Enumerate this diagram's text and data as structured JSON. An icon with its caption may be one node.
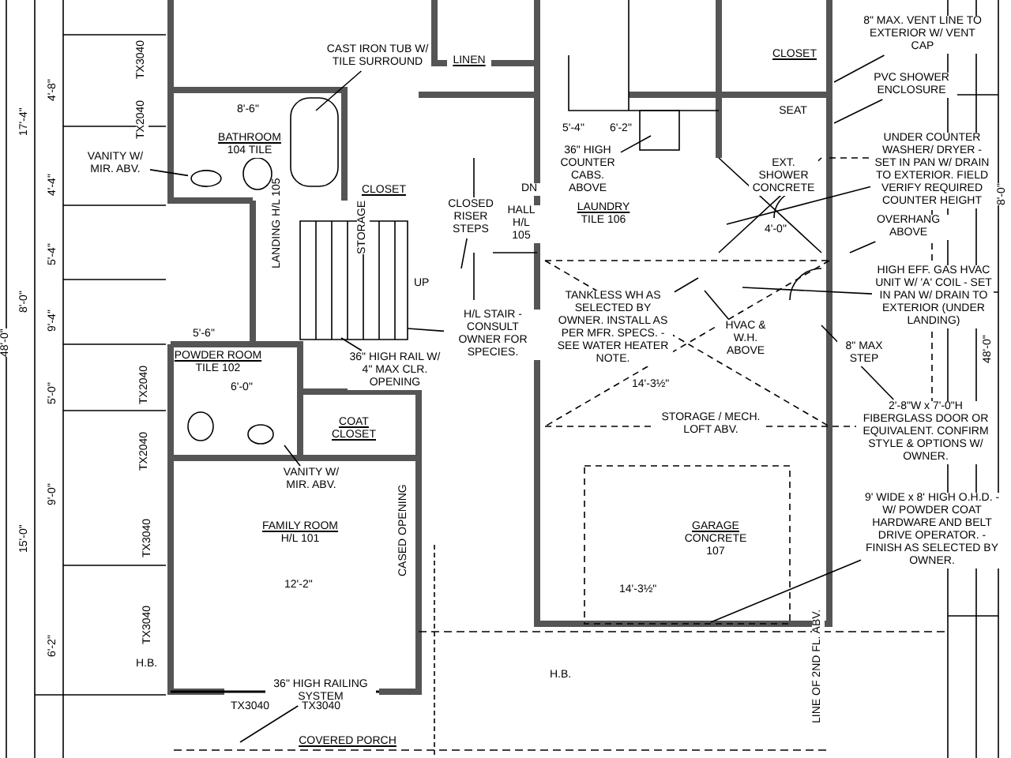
{
  "diagram": {
    "nodes": [
      {
        "text": [
          "BATHROOM",
          "104 TILE"
        ]
      },
      {
        "text": [
          "CLOSET"
        ]
      },
      {
        "text": [
          "LINEN"
        ]
      },
      {
        "text": [
          "CLOSET"
        ]
      },
      {
        "text": [
          "SEAT"
        ]
      },
      {
        "text": [
          "EXT. SHOWER CONCRETE"
        ]
      },
      {
        "text": [
          "LAUNDRY",
          "TILE 106"
        ]
      },
      {
        "text": [
          "POWDER ROOM",
          "TILE 102"
        ]
      },
      {
        "text": [
          "COAT CLOSET"
        ]
      },
      {
        "text": [
          "FAMILY ROOM",
          "H/L 101"
        ]
      },
      {
        "text": [
          "STORAGE / MECH.",
          "LOFT ABV."
        ]
      },
      {
        "text": [
          "GARAGE",
          "CONCRETE 107"
        ]
      },
      {
        "text": [
          "COVERED PORCH"
        ]
      },
      {
        "text": [
          "HALL",
          "H/L 105"
        ]
      },
      {
        "text": [
          "DN"
        ]
      },
      {
        "text": [
          "CAST IRON TUB W/ TILE SURROUND"
        ]
      },
      {
        "text": [
          "VANITY W/ MIR. ABV."
        ]
      },
      {
        "text": [
          "8\" MAX. VENT LINE TO EXTERIOR W/ VENT CAP"
        ]
      },
      {
        "text": [
          "PVC SHOWER ENCLOSURE"
        ]
      },
      {
        "text": [
          "UNDER COUNTER WASHER/ DRYER - SET IN PAN W/ DRAIN TO EXTERIOR. FIELD VERIFY REQUIRED COUNTER HEIGHT"
        ]
      },
      {
        "text": [
          "OVERHANG ABOVE"
        ]
      },
      {
        "text": [
          "36\" HIGH COUNTER CABS. ABOVE"
        ]
      },
      {
        "text": [
          "CLOSED RISER STEPS"
        ]
      },
      {
        "text": [
          "HIGH EFF. GAS HVAC UNIT W/ 'A' COIL - SET IN PAN W/ DRAIN TO EXTERIOR (UNDER LANDING)"
        ]
      },
      {
        "text": [
          "TANKLESS WH AS SELECTED BY OWNER. INSTALL AS PER MFR. SPECS. - SEE WATER HEATER NOTE."
        ]
      },
      {
        "text": [
          "HVAC & W.H. ABOVE"
        ]
      },
      {
        "text": [
          "8\" MAX STEP"
        ]
      },
      {
        "text": [
          "2'-8\"W x 7'-0\"H FIBERGLASS DOOR OR EQUIVALENT. CONFIRM STYLE & OPTIONS W/ OWNER."
        ]
      },
      {
        "text": [
          "H/L STAIR - CONSULT OWNER FOR SPECIES."
        ]
      },
      {
        "text": [
          "36\" HIGH RAIL W/ 4\" MAX CLR. OPENING"
        ]
      },
      {
        "text": [
          "VANITY W/ MIR. ABV."
        ]
      },
      {
        "text": [
          "9' WIDE x 8' HIGH O.H.D. - W/ POWDER COAT HARDWARE AND BELT DRIVE OPERATOR. -FINISH AS SELECTED BY OWNER."
        ]
      },
      {
        "text": [
          "36\" HIGH RAILING SYSTEM"
        ]
      },
      {
        "text": [],
        "shape": "circle"
      }
    ],
    "edges": [
      {
        "from": 15,
        "to": null,
        "arrow": "none"
      },
      {
        "from": 16,
        "to": 33,
        "arrow": "none"
      },
      {
        "from": 17,
        "to": null,
        "arrow": "none"
      },
      {
        "from": 18,
        "to": null,
        "arrow": "none"
      },
      {
        "from": 19,
        "to": null,
        "arrow": "none"
      },
      {
        "from": 20,
        "to": null,
        "arrow": "none"
      },
      {
        "from": 21,
        "to": null,
        "arrow": "none"
      },
      {
        "from": 22,
        "to": null,
        "arrow": "none"
      },
      {
        "from": 23,
        "to": null,
        "arrow": "none"
      },
      {
        "from": 24,
        "to": null,
        "arrow": "none"
      },
      {
        "from": 25,
        "to": null,
        "arrow": "none"
      },
      {
        "from": 27,
        "to": null,
        "arrow": "none"
      },
      {
        "from": 28,
        "to": null,
        "arrow": "none"
      },
      {
        "from": 29,
        "to": null,
        "arrow": "none"
      },
      {
        "from": 30,
        "to": null,
        "arrow": "none"
      },
      {
        "from": 31,
        "to": null,
        "arrow": "none"
      },
      {
        "from": 32,
        "to": null,
        "arrow": "none"
      }
    ],
    "labels": [
      "17'-4\"",
      "4'-8\"",
      "4'-4\"",
      "5'-4\"",
      "48'-0\"",
      "8'-0\"",
      "9'-4\"",
      "5'-0\"",
      "15'-0\"",
      "9'-0\"",
      "6'-2\"",
      "TX3040",
      "TX2040",
      "TX2040",
      "TX2040",
      "TX3040",
      "TX3040",
      "TX3040",
      "TX3040",
      "5'-6\"",
      "8'-6\"",
      "6'-0\"",
      "5'-4\"",
      "6'-2\"",
      "12'-2\"",
      "14'-3½\"",
      "14'-3½\"",
      "UP",
      "H.B.",
      "H.B.",
      "CASED OPENING",
      "LINE OF 2ND FL. ABV.",
      "STORAGE",
      "LANDING H/L 105",
      "48'-0\"",
      "8'-0\"",
      "4'-0\""
    ]
  }
}
